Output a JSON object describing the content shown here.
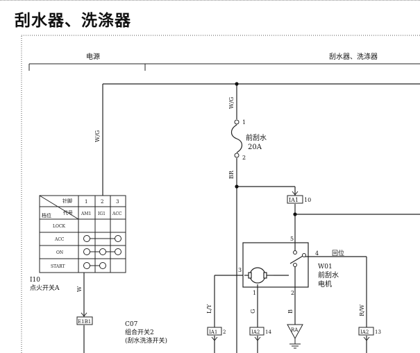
{
  "page_title": "刮水器、洗涤器",
  "sections": {
    "power": "电源",
    "wiper": "刮水器、洗涤器"
  },
  "wires": {
    "wg_top": "W/G",
    "wg_left": "W/G",
    "br": "BR",
    "w": "W",
    "ly": "L/Y",
    "g": "G",
    "b": "B",
    "rw": "R/W"
  },
  "fuse": {
    "name": "前刮水",
    "rating": "20A",
    "pin1": "1",
    "pin2": "2"
  },
  "switch_table": {
    "header_pin": "针脚",
    "header_code": "代号",
    "header_pos": "档位",
    "pins": [
      "1",
      "2",
      "3"
    ],
    "codes": [
      "AM1",
      "IG1",
      "ACC"
    ],
    "positions": [
      "LOCK",
      "ACC",
      "ON",
      "START"
    ]
  },
  "ignition": {
    "id": "I10",
    "name": "点火开关A"
  },
  "connectors": {
    "ia1_top": "IA1",
    "ia1_top_pin": "10",
    "e1b1": "E1B1",
    "ia1_bottom": "IA1",
    "ia1_bottom_pin": "2",
    "ia2_left": "IA2",
    "ia2_left_pin": "14",
    "ra": "RA",
    "ia2_right": "IA2",
    "ia2_right_pin": "13"
  },
  "combo_switch": {
    "id": "C07",
    "name": "组合开关2",
    "sub": "(刮水洗涤开关)"
  },
  "motor": {
    "id": "W01",
    "name1": "前刮水",
    "name2": "电机",
    "park_label": "回位",
    "pin5": "5",
    "pin4": "4",
    "pin3": "3",
    "pin1": "1",
    "pin2": "2"
  }
}
